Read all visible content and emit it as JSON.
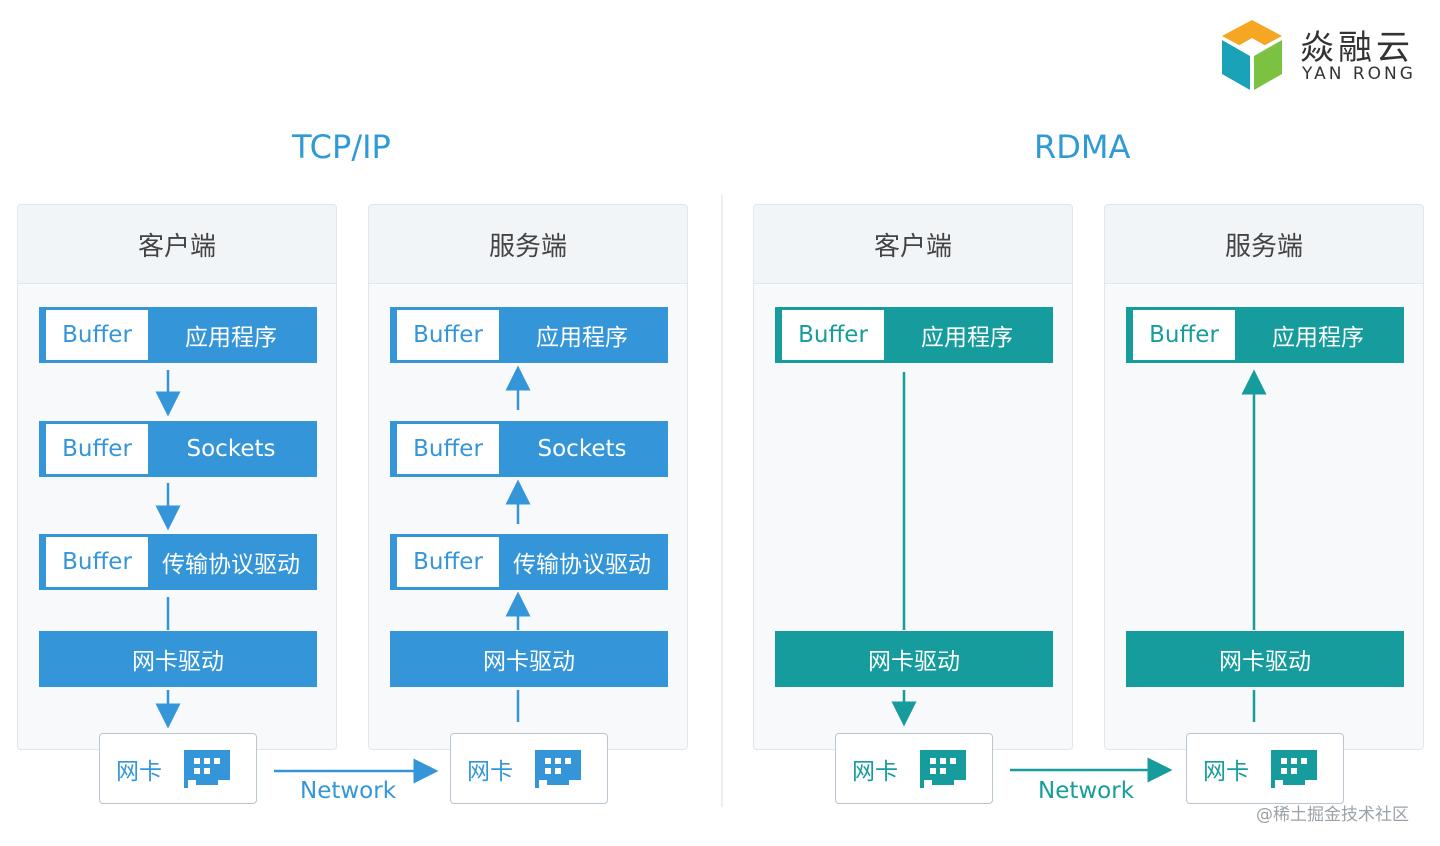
{
  "logo": {
    "brand_cn": "焱融云",
    "brand_en": "YAN RONG"
  },
  "watermark": "@稀土掘金技术社区",
  "tcp": {
    "title": "TCP/IP",
    "client": {
      "header": "客户端",
      "buffer": "Buffer",
      "app": "应用程序",
      "sockets": "Sockets",
      "transport": "传输协议驱动",
      "nic_driver": "网卡驱动",
      "nic": "网卡"
    },
    "server": {
      "header": "服务端",
      "buffer": "Buffer",
      "app": "应用程序",
      "sockets": "Sockets",
      "transport": "传输协议驱动",
      "nic_driver": "网卡驱动",
      "nic": "网卡"
    },
    "network": "Network"
  },
  "rdma": {
    "title": "RDMA",
    "client": {
      "header": "客户端",
      "buffer": "Buffer",
      "app": "应用程序",
      "nic_driver": "网卡驱动",
      "nic": "网卡"
    },
    "server": {
      "header": "服务端",
      "buffer": "Buffer",
      "app": "应用程序",
      "nic_driver": "网卡驱动",
      "nic": "网卡"
    },
    "network": "Network"
  },
  "colors": {
    "tcp_blue": "#3496d8",
    "rdma_teal": "#169c9c",
    "title_blue": "#2f9ad6"
  }
}
